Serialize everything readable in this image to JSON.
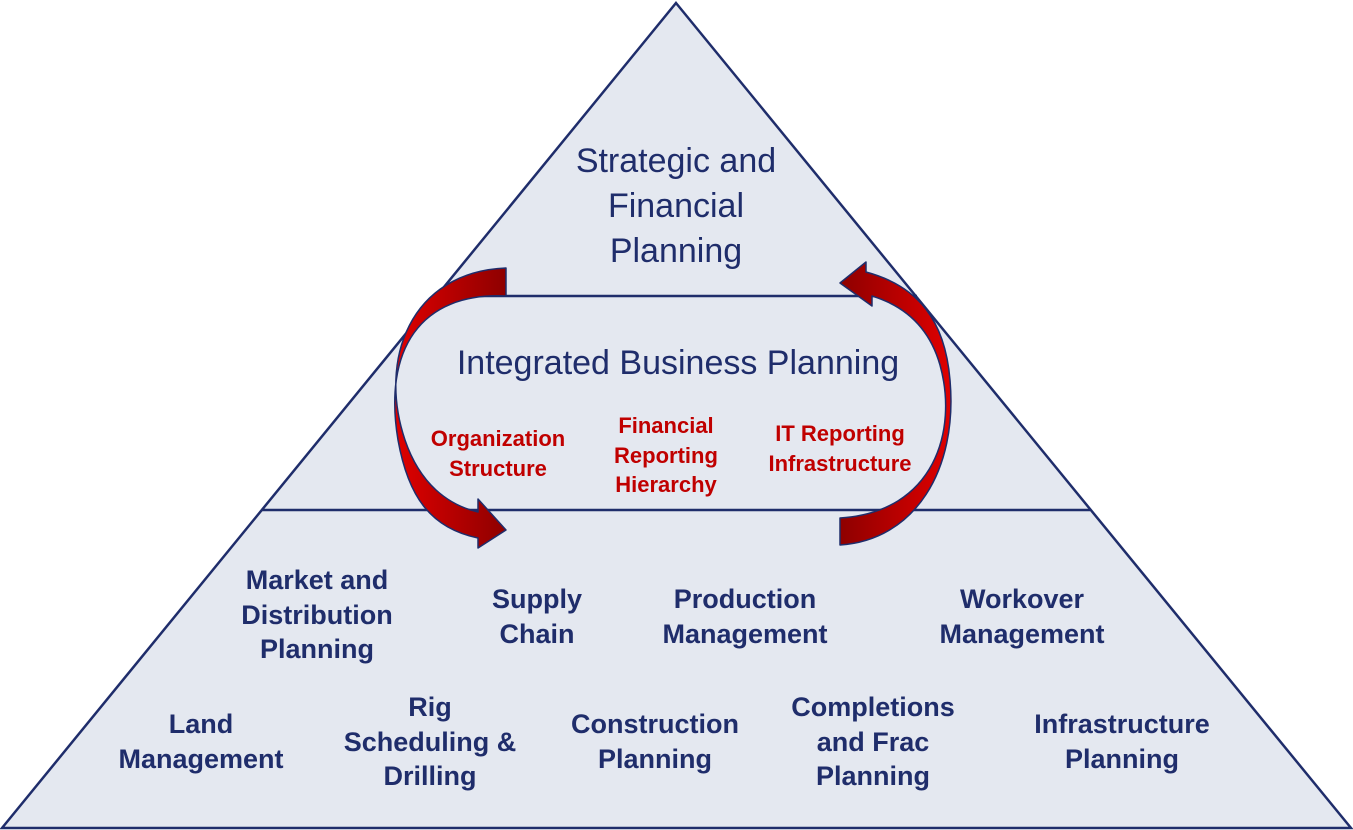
{
  "colors": {
    "pyramid_fill": "#e4e8f0",
    "pyramid_stroke": "#1f2d6b",
    "arrow_red": "#c00000",
    "tier_text": "#1f2d6b",
    "mid_text": "#c00000"
  },
  "top_tier": {
    "label": "Strategic and\nFinancial\nPlanning"
  },
  "middle_tier": {
    "label": "Integrated Business Planning",
    "items": [
      {
        "label": "Organization\nStructure"
      },
      {
        "label": "Financial\nReporting\nHierarchy"
      },
      {
        "label": "IT Reporting\nInfrastructure"
      }
    ]
  },
  "base_tier": {
    "row1": [
      {
        "label": "Market and\nDistribution\nPlanning"
      },
      {
        "label": "Supply\nChain"
      },
      {
        "label": "Production\nManagement"
      },
      {
        "label": "Workover\nManagement"
      }
    ],
    "row2": [
      {
        "label": "Land\nManagement"
      },
      {
        "label": "Rig\nScheduling &\nDrilling"
      },
      {
        "label": "Construction\nPlanning"
      },
      {
        "label": "Completions\nand Frac\nPlanning"
      },
      {
        "label": "Infrastructure\nPlanning"
      }
    ]
  },
  "icons": [
    "cycle-arrow-left-icon",
    "cycle-arrow-right-icon"
  ]
}
